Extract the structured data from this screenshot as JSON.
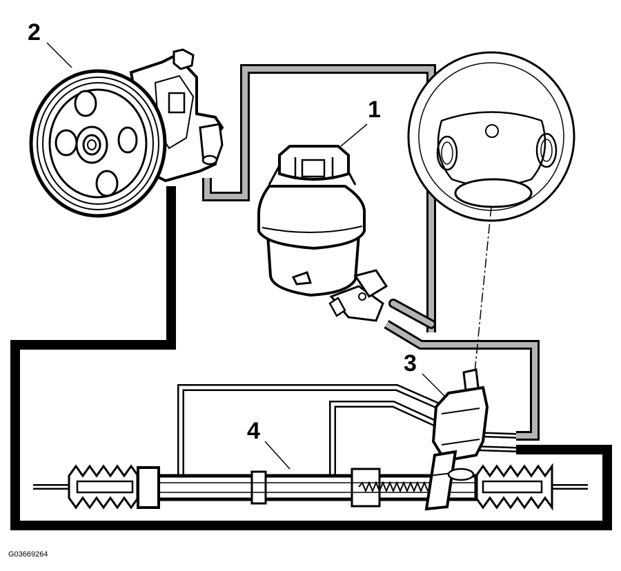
{
  "callouts": {
    "reservoir": "1",
    "pump": "2",
    "steering_valve": "3",
    "steering_rack": "4"
  },
  "figure_code": "G03669264",
  "colors": {
    "high_pressure_line": "#000000",
    "return_line": "#b4b4b4",
    "component_fill": "#ffffff",
    "outline": "#000000"
  }
}
